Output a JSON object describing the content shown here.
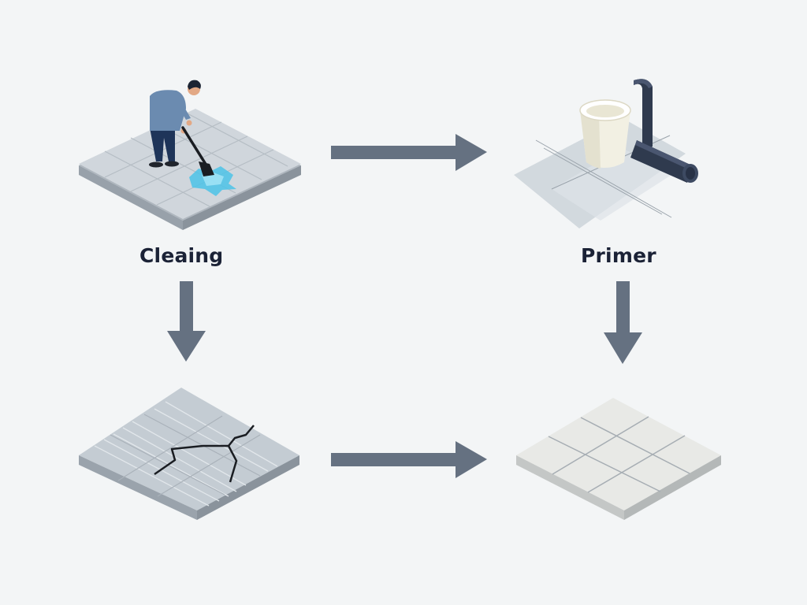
{
  "steps": {
    "cleaning": {
      "label": "Cleaing",
      "illustration": "person-mopping-floor-icon"
    },
    "primer": {
      "label": "Primer",
      "illustration": "primer-bucket-and-pipe-icon"
    },
    "repair": {
      "label": "",
      "illustration": "cracked-floor-icon"
    },
    "finished": {
      "label": "",
      "illustration": "finished-tile-floor-icon"
    }
  },
  "flow": [
    "cleaning",
    "primer",
    "repair",
    "finished"
  ],
  "colors": {
    "background": "#f3f5f6",
    "arrow": "#657181",
    "text": "#1b2236",
    "water": "#4cc3e8",
    "tile_gray": "#cfd6dc",
    "tile_white": "#ecedea"
  }
}
